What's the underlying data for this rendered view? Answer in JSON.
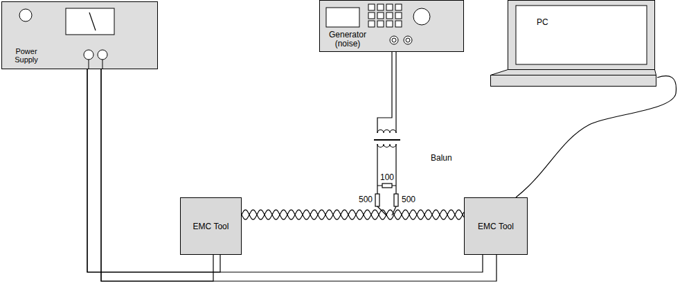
{
  "diagram": {
    "nodes": [
      {
        "text": [
          "Power Supply"
        ]
      },
      {
        "text": [
          "Generator (noise)"
        ]
      },
      {
        "text": [
          "PC"
        ]
      },
      {
        "text": [
          "EMC Tool"
        ]
      },
      {
        "text": [
          "EMC Tool"
        ]
      }
    ],
    "edges": [
      {
        "from": 0,
        "to": 3,
        "arrow": "none"
      },
      {
        "from": 0,
        "to": 4,
        "arrow": "none"
      },
      {
        "from": 3,
        "to": 4,
        "arrow": "none"
      },
      {
        "from": 2,
        "to": 4,
        "arrow": "none"
      }
    ],
    "labels": [
      "Balun",
      "100",
      "500",
      "500"
    ]
  }
}
